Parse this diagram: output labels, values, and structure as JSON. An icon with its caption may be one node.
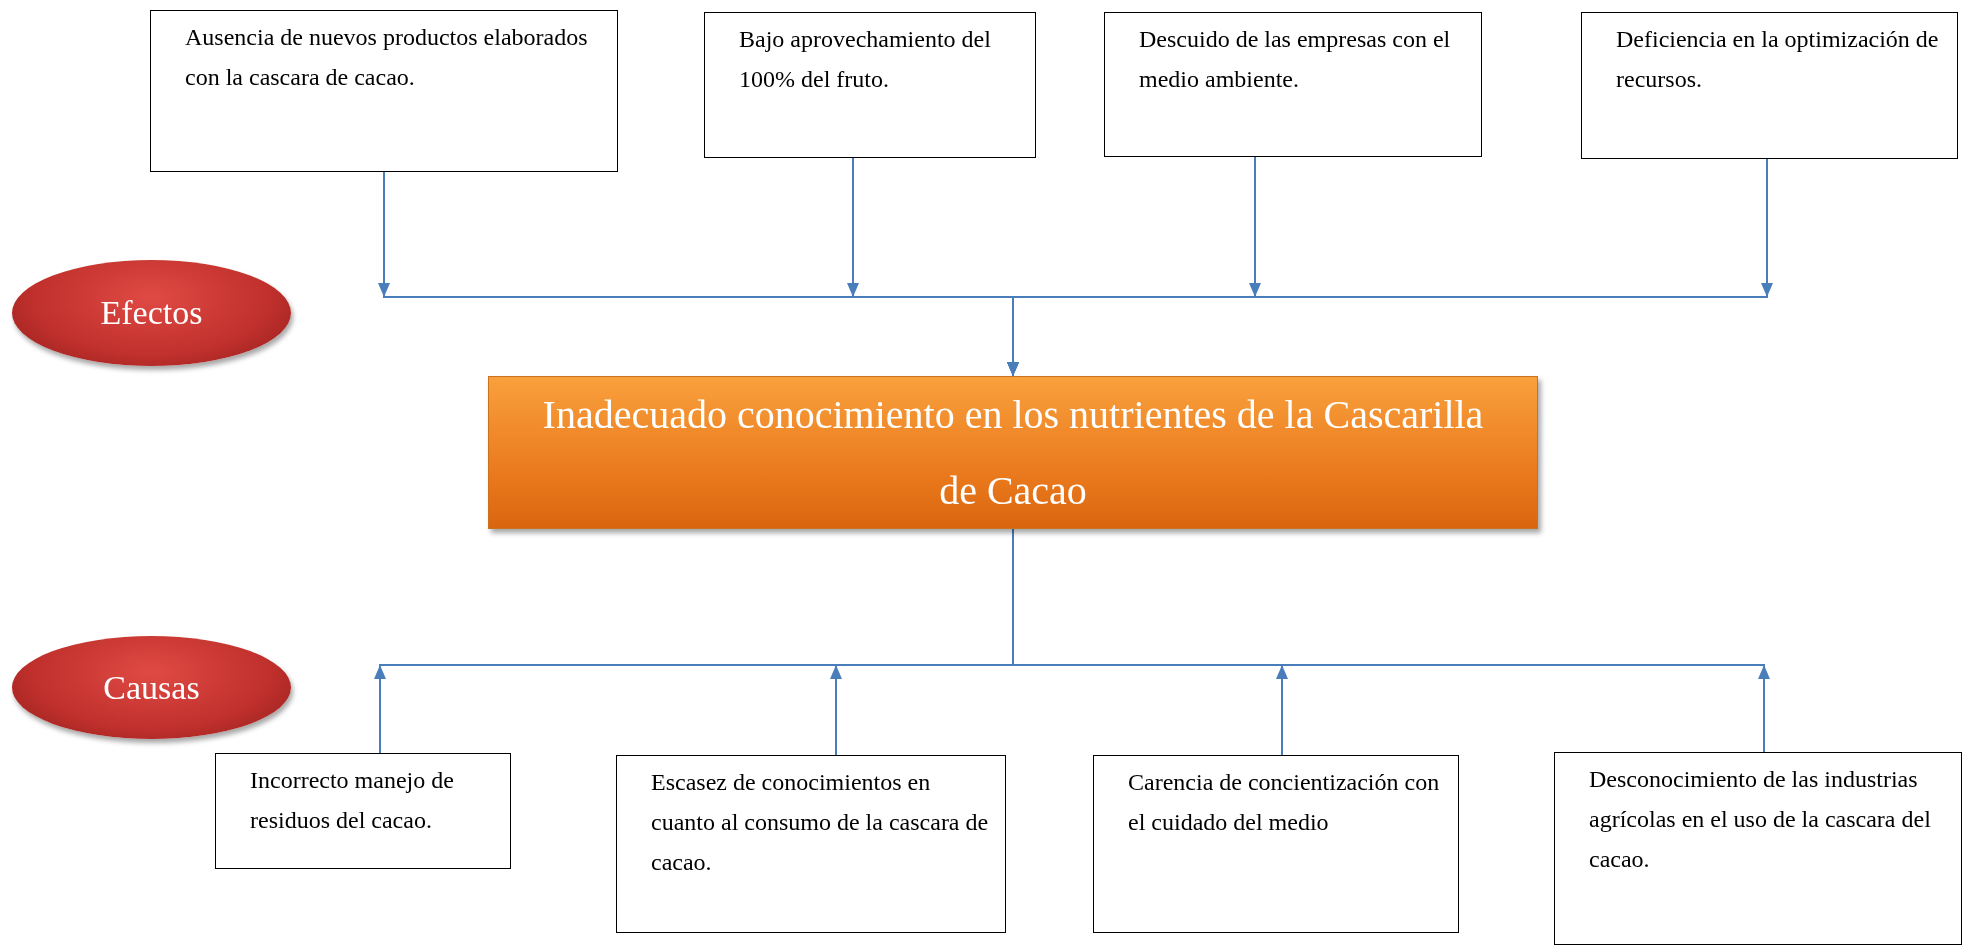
{
  "diagram": {
    "nodes": [
      {
        "text": [
          "Ausencia de nuevos productos elaborados con la cascara de cacao."
        ]
      },
      {
        "text": [
          "Bajo aprovechamiento del 100% del fruto."
        ]
      },
      {
        "text": [
          "Descuido de las empresas con el medio ambiente."
        ]
      },
      {
        "text": [
          "Deficiencia en la optimización de recursos."
        ]
      },
      {
        "text": [
          "Efectos"
        ]
      },
      {
        "text": [
          "Inadecuado conocimiento en los nutrientes de la Cascarilla de Cacao"
        ]
      },
      {
        "text": [
          "Causas"
        ]
      },
      {
        "text": [
          "Incorrecto manejo de residuos del cacao."
        ]
      },
      {
        "text": [
          "Escasez de conocimientos en cuanto al consumo de la cascara de cacao."
        ]
      },
      {
        "text": [
          "Carencia de concientización con el cuidado del medio"
        ]
      },
      {
        "text": [
          "Desconocimiento de las industrias agrícolas en el uso de la cascara del cacao."
        ]
      }
    ],
    "edges": [
      {
        "from": 0,
        "to": 5,
        "arrow": "to"
      },
      {
        "from": 1,
        "to": 5,
        "arrow": "to"
      },
      {
        "from": 2,
        "to": 5,
        "arrow": "to"
      },
      {
        "from": 3,
        "to": 5,
        "arrow": "to"
      },
      {
        "from": 7,
        "to": 5,
        "arrow": "to"
      },
      {
        "from": 8,
        "to": 5,
        "arrow": "to"
      },
      {
        "from": 9,
        "to": 5,
        "arrow": "to"
      },
      {
        "from": 10,
        "to": 5,
        "arrow": "to"
      }
    ]
  }
}
